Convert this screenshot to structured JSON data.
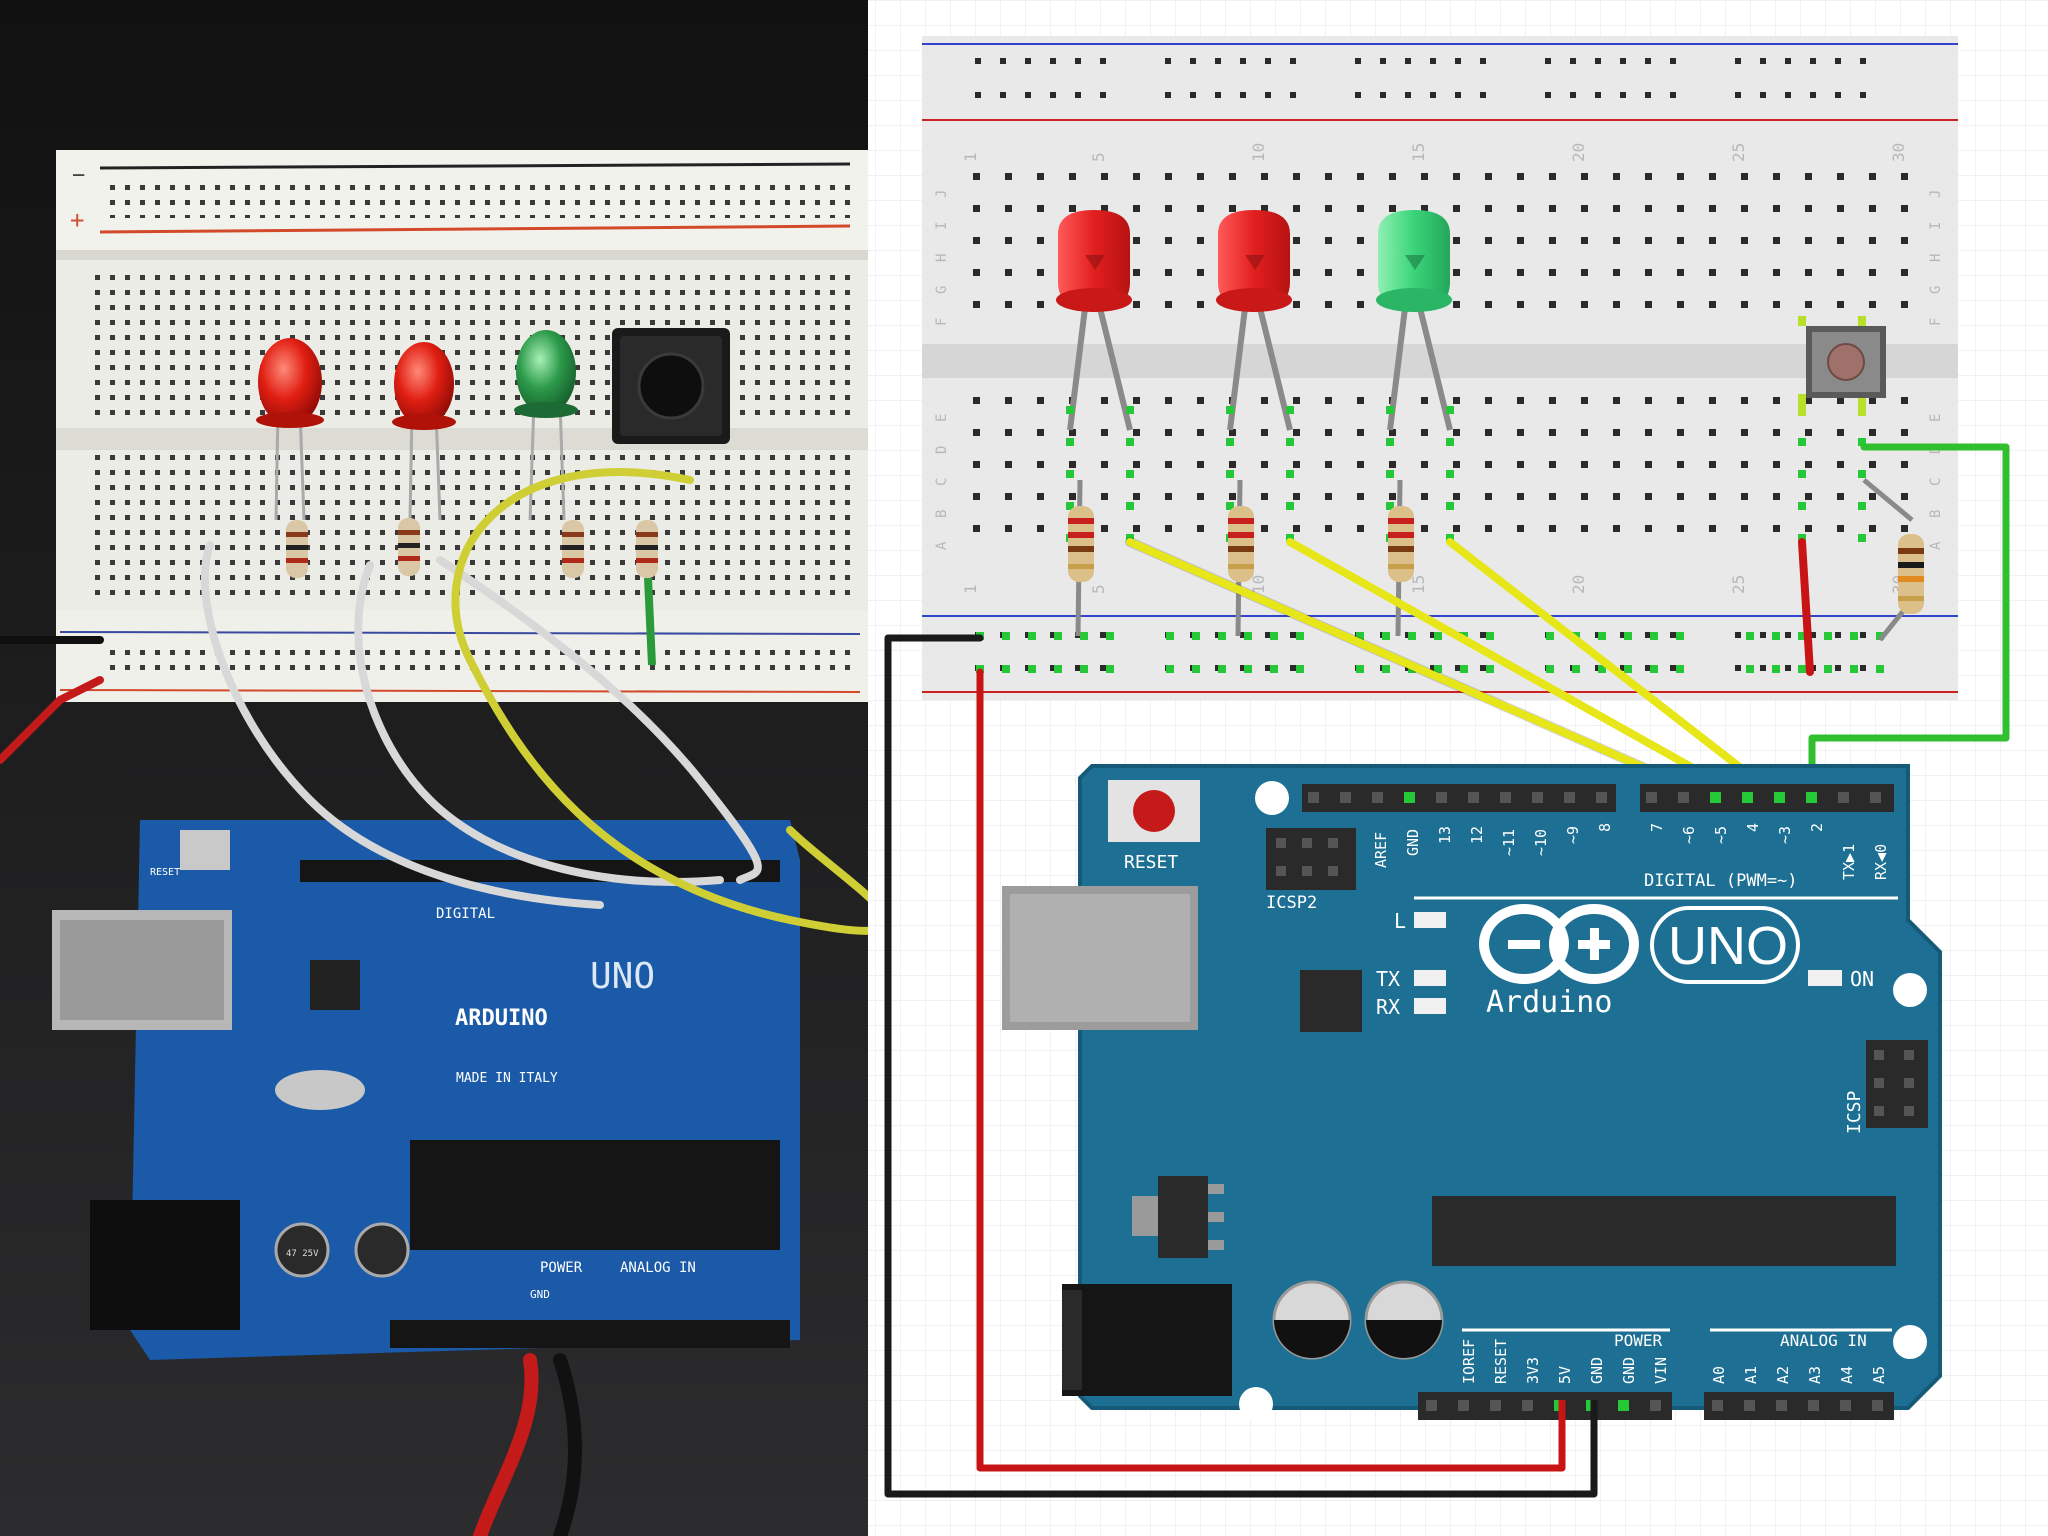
{
  "photo": {
    "board_name": "ARDUINO",
    "model": "UNO",
    "made_in": "MADE IN ITALY",
    "digital": "DIGITAL",
    "power": "POWER",
    "analog_in": "ANALOG IN",
    "reset": "RESET",
    "gnd": "GND",
    "cap_label": "47 25V",
    "rail_minus": "−",
    "rail_plus": "+"
  },
  "schematic": {
    "board_name": "Arduino",
    "model": "UNO",
    "reset": "RESET",
    "icsp2": "ICSP2",
    "icsp": "ICSP",
    "led_l": "L",
    "led_tx": "TX",
    "led_rx": "RX",
    "led_on": "ON",
    "digital_header": "DIGITAL (PWM=~)",
    "power_header": "POWER",
    "analog_header": "ANALOG IN",
    "digital_pins": [
      "AREF",
      "GND",
      "13",
      "12",
      "~11",
      "~10",
      "~9",
      "8",
      "7",
      "~6",
      "~5",
      "4",
      "~3",
      "2",
      "TX▶1",
      "RX◀0"
    ],
    "power_pins": [
      "IOREF",
      "RESET",
      "3V3",
      "5V",
      "GND",
      "GND",
      "VIN"
    ],
    "analog_pins": [
      "A0",
      "A1",
      "A2",
      "A3",
      "A4",
      "A5"
    ],
    "column_numbers": [
      "1",
      "5",
      "10",
      "15",
      "20",
      "25",
      "30"
    ],
    "row_letters_top": [
      "J",
      "I",
      "H",
      "G",
      "F"
    ],
    "row_letters_bottom": [
      "E",
      "D",
      "C",
      "B",
      "A"
    ]
  },
  "colors": {
    "board_blue": "#1d6f93",
    "wire_yellow": "#e6e619",
    "wire_green": "#2fbf2f",
    "wire_red": "#c81414",
    "wire_black": "#1a1a1a",
    "led_red": "#e21f1f",
    "led_green": "#3ad47a"
  }
}
